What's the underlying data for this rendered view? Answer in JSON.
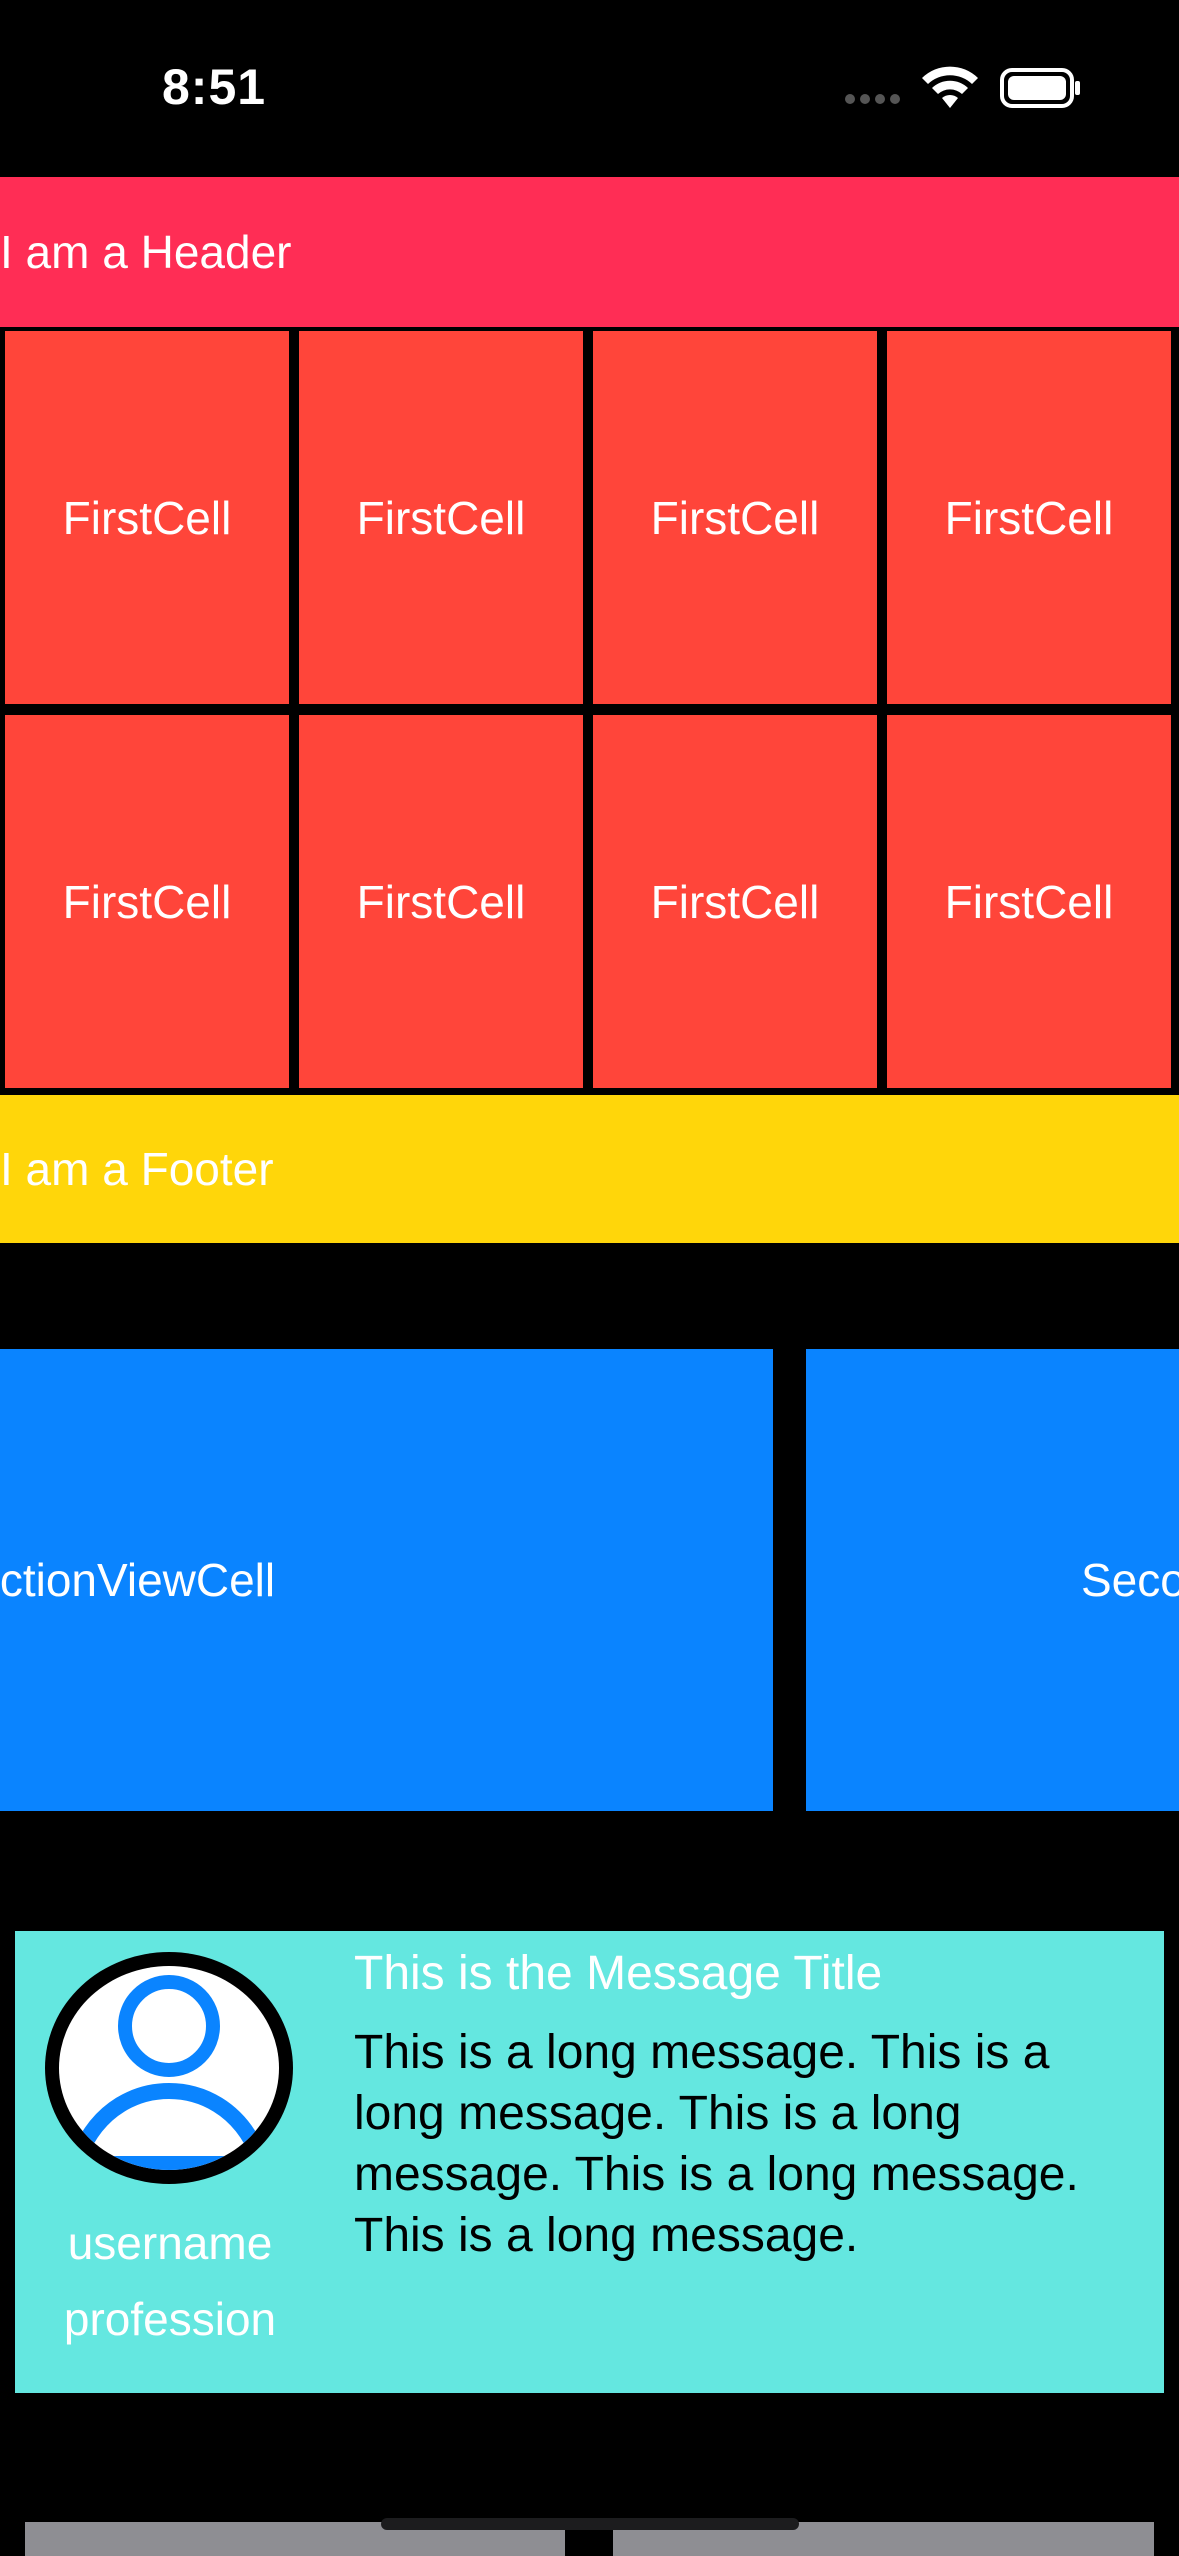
{
  "status_bar": {
    "time": "8:51",
    "icons": [
      "cellular-dots-icon",
      "wifi-icon",
      "battery-icon"
    ]
  },
  "section_header": {
    "label": "I am a Header",
    "color": "#ff2d55"
  },
  "grid": {
    "cell_label": "FirstCell",
    "rows": [
      [
        "FirstCell",
        "FirstCell",
        "FirstCell",
        "FirstCell"
      ],
      [
        "FirstCell",
        "FirstCell",
        "FirstCell",
        "FirstCell"
      ]
    ],
    "color": "#ff453a"
  },
  "section_footer": {
    "label": "I am a Footer",
    "color": "#ffd60a"
  },
  "second_collection": {
    "cells": [
      {
        "label": "SecondCollectionViewCell"
      },
      {
        "label": "SecondCollectionViewCell"
      }
    ],
    "color": "#0a84ff"
  },
  "message_card": {
    "avatar_icon": "person-circle-icon",
    "username": "username",
    "profession": "profession",
    "title": "This is the Message Title",
    "body": "This is a long message. This is a long message. This is a long message. This is a long message. This is a long message.",
    "color": "#64e7e0"
  }
}
